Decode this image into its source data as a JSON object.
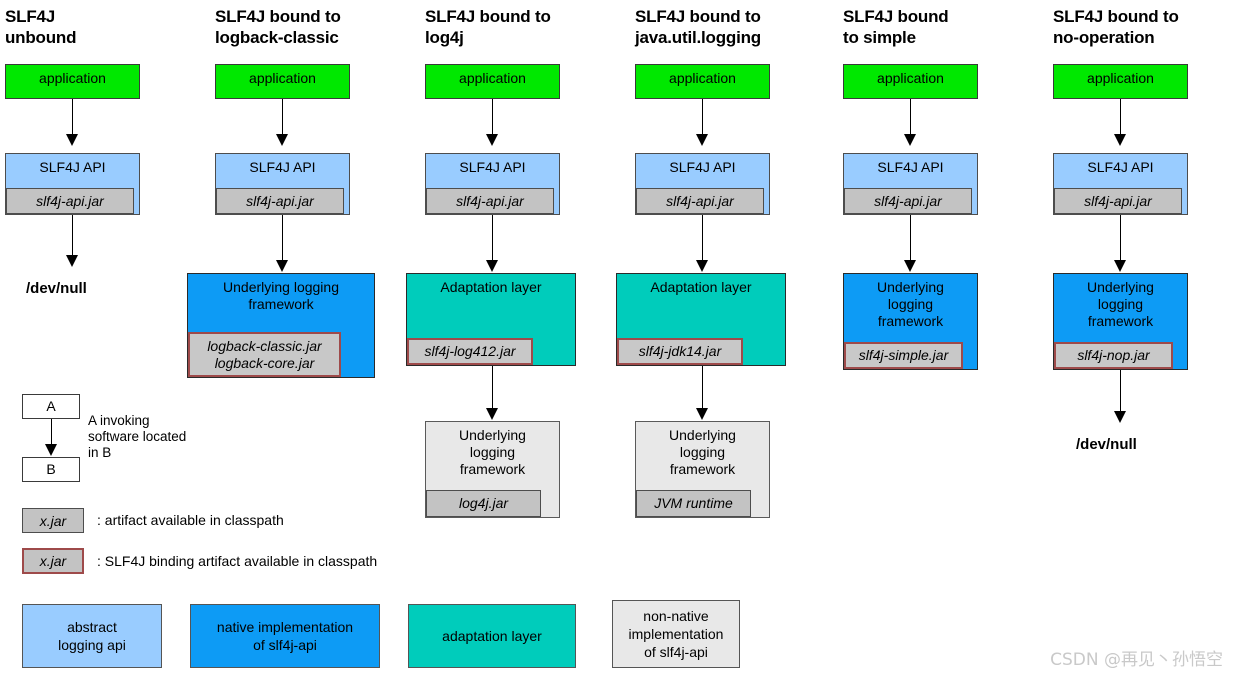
{
  "diagram": {
    "title": "SLF4J bindings architecture diagram",
    "colors": {
      "application": "#00e800",
      "abstract_api": "#99ccff",
      "native_impl": "#0d9bf5",
      "adaptation": "#00ccbb",
      "non_native": "#e8e8e8",
      "jar_chip": "#c3c3c3",
      "binding_border": "#9e4a4a"
    },
    "columns": [
      {
        "title": "SLF4J\nunbound",
        "application": "application",
        "api": "SLF4J API",
        "api_jar": "slf4j-api.jar",
        "sink": "/dev/null"
      },
      {
        "title": "SLF4J bound to\nlogback-classic",
        "application": "application",
        "api": "SLF4J API",
        "api_jar": "slf4j-api.jar",
        "framework": "Underlying logging\nframework",
        "framework_jar": "logback-classic.jar\nlogback-core.jar"
      },
      {
        "title": "SLF4J bound to\nlog4j",
        "application": "application",
        "api": "SLF4J API",
        "api_jar": "slf4j-api.jar",
        "adaptation": "Adaptation layer",
        "adaptation_jar": "slf4j-log412.jar",
        "framework": "Underlying\nlogging\nframework",
        "framework_jar": "log4j.jar"
      },
      {
        "title": "SLF4J bound to\njava.util.logging",
        "application": "application",
        "api": "SLF4J API",
        "api_jar": "slf4j-api.jar",
        "adaptation": "Adaptation layer",
        "adaptation_jar": "slf4j-jdk14.jar",
        "framework": "Underlying\nlogging\nframework",
        "framework_jar": "JVM runtime"
      },
      {
        "title": "SLF4J bound\nto simple",
        "application": "application",
        "api": "SLF4J API",
        "api_jar": "slf4j-api.jar",
        "framework": "Underlying\nlogging\nframework",
        "framework_jar": "slf4j-simple.jar"
      },
      {
        "title": "SLF4J bound to\nno-operation",
        "application": "application",
        "api": "SLF4J API",
        "api_jar": "slf4j-api.jar",
        "framework": "Underlying\nlogging\nframework",
        "framework_jar": "slf4j-nop.jar",
        "sink": "/dev/null"
      }
    ],
    "key": {
      "node_a": "A",
      "node_b": "B",
      "invoking_text": "A invoking\nsoftware located\nin B",
      "artifact_chip": "x.jar",
      "artifact_text": ": artifact available in classpath",
      "binding_chip": "x.jar",
      "binding_text": ": SLF4J binding artifact available in classpath"
    },
    "legend": [
      {
        "label": "abstract\nlogging api",
        "color": "#99ccff"
      },
      {
        "label": "native implementation\nof slf4j-api",
        "color": "#0d9bf5"
      },
      {
        "label": "adaptation layer",
        "color": "#00ccbb"
      },
      {
        "label": "non-native\nimplementation\nof slf4j-api",
        "color": "#e8e8e8"
      }
    ],
    "watermark": "CSDN @再见丶孙悟空"
  }
}
